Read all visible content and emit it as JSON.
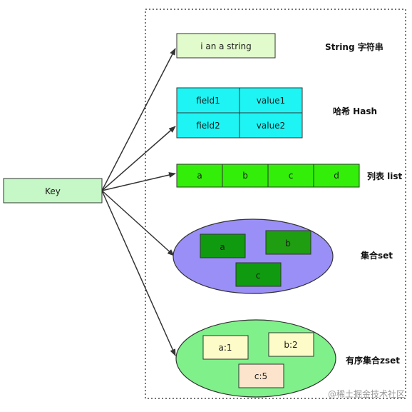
{
  "key_label": "Key",
  "string": {
    "value": "i an a string",
    "label": "String 字符串"
  },
  "hash": {
    "cells": [
      [
        "field1",
        "value1"
      ],
      [
        "field2",
        "value2"
      ]
    ],
    "label": "哈希 Hash"
  },
  "list": {
    "items": [
      "a",
      "b",
      "c",
      "d"
    ],
    "label": "列表 list"
  },
  "set": {
    "items": [
      "a",
      "b",
      "c"
    ],
    "label": "集合set"
  },
  "zset": {
    "items": [
      "a:1",
      "b:2",
      "c:5"
    ],
    "label": "有序集合zset"
  },
  "watermark": "@稀土掘金技术社区",
  "colors": {
    "key_fill": "#c6f7c6",
    "string_fill": "#e2fbcc",
    "hash_fill": "#1ef4f4",
    "list_fill": "#33ee08",
    "set_bg": "#9a8ff7",
    "set_item": "#109a10",
    "zset_bg": "#7ff08a",
    "zset_item": "#fdfcc8",
    "zset_item_alt": "#fce4cc"
  }
}
